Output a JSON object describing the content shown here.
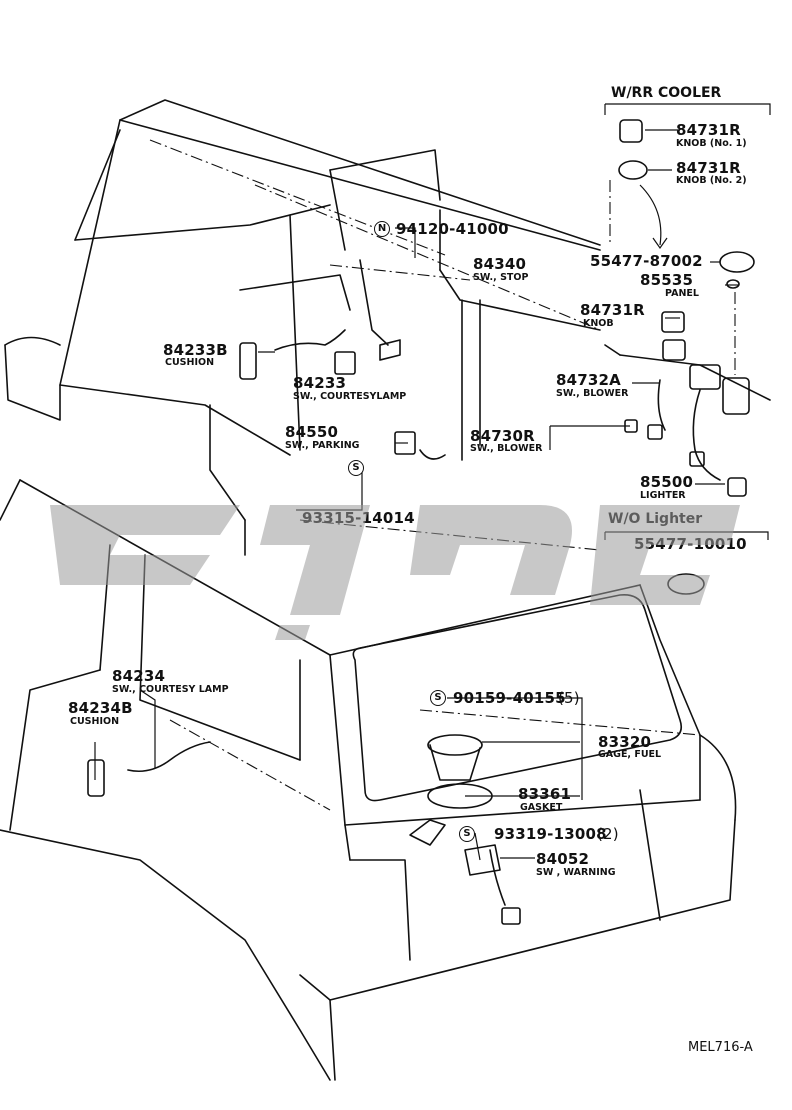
{
  "groups": {
    "rr_cooler": "W/RR COOLER",
    "wo_lighter": "W/O Lighter"
  },
  "parts": {
    "p84731r_1": {
      "number": "84731R",
      "name": "KNOB (No. 1)"
    },
    "p84731r_2": {
      "number": "84731R",
      "name": "KNOB (No. 2)"
    },
    "p55477_87002": {
      "number": "55477-87002"
    },
    "p85535": {
      "number": "85535",
      "name": "PANEL"
    },
    "p84731r_3": {
      "number": "84731R",
      "name": "KNOB"
    },
    "p84732a": {
      "number": "84732A",
      "name": "SW., BLOWER"
    },
    "p84730r": {
      "number": "84730R",
      "name": "SW., BLOWER"
    },
    "p85500": {
      "number": "85500",
      "name": "LIGHTER"
    },
    "p55477_10010": {
      "number": "55477-10010"
    },
    "p94120": {
      "number": "94120-41000",
      "symbol": "N"
    },
    "p84340": {
      "number": "84340",
      "name": "SW., STOP"
    },
    "p84233b": {
      "number": "84233B",
      "name": "CUSHION"
    },
    "p84233": {
      "number": "84233",
      "name": "SW., COURTESYLAMP"
    },
    "p84550": {
      "number": "84550",
      "name": "SW., PARKING"
    },
    "p93315": {
      "number": "93315-14014",
      "symbol": "S"
    },
    "p84234": {
      "number": "84234",
      "name": "SW., COURTESY LAMP"
    },
    "p84234b": {
      "number": "84234B",
      "name": "CUSHION"
    },
    "p90159": {
      "number": "90159-40155",
      "qty": "(5)",
      "symbol": "S"
    },
    "p83320": {
      "number": "83320",
      "name": "GAGE, FUEL"
    },
    "p83361": {
      "number": "83361",
      "name": "GASKET"
    },
    "p93319": {
      "number": "93319-13008",
      "qty": "(2)",
      "symbol": "S"
    },
    "p84052": {
      "number": "84052",
      "name": "SW , WARNING"
    }
  },
  "drawing_ref": "MEL716-A",
  "watermark": "watermark-logo"
}
